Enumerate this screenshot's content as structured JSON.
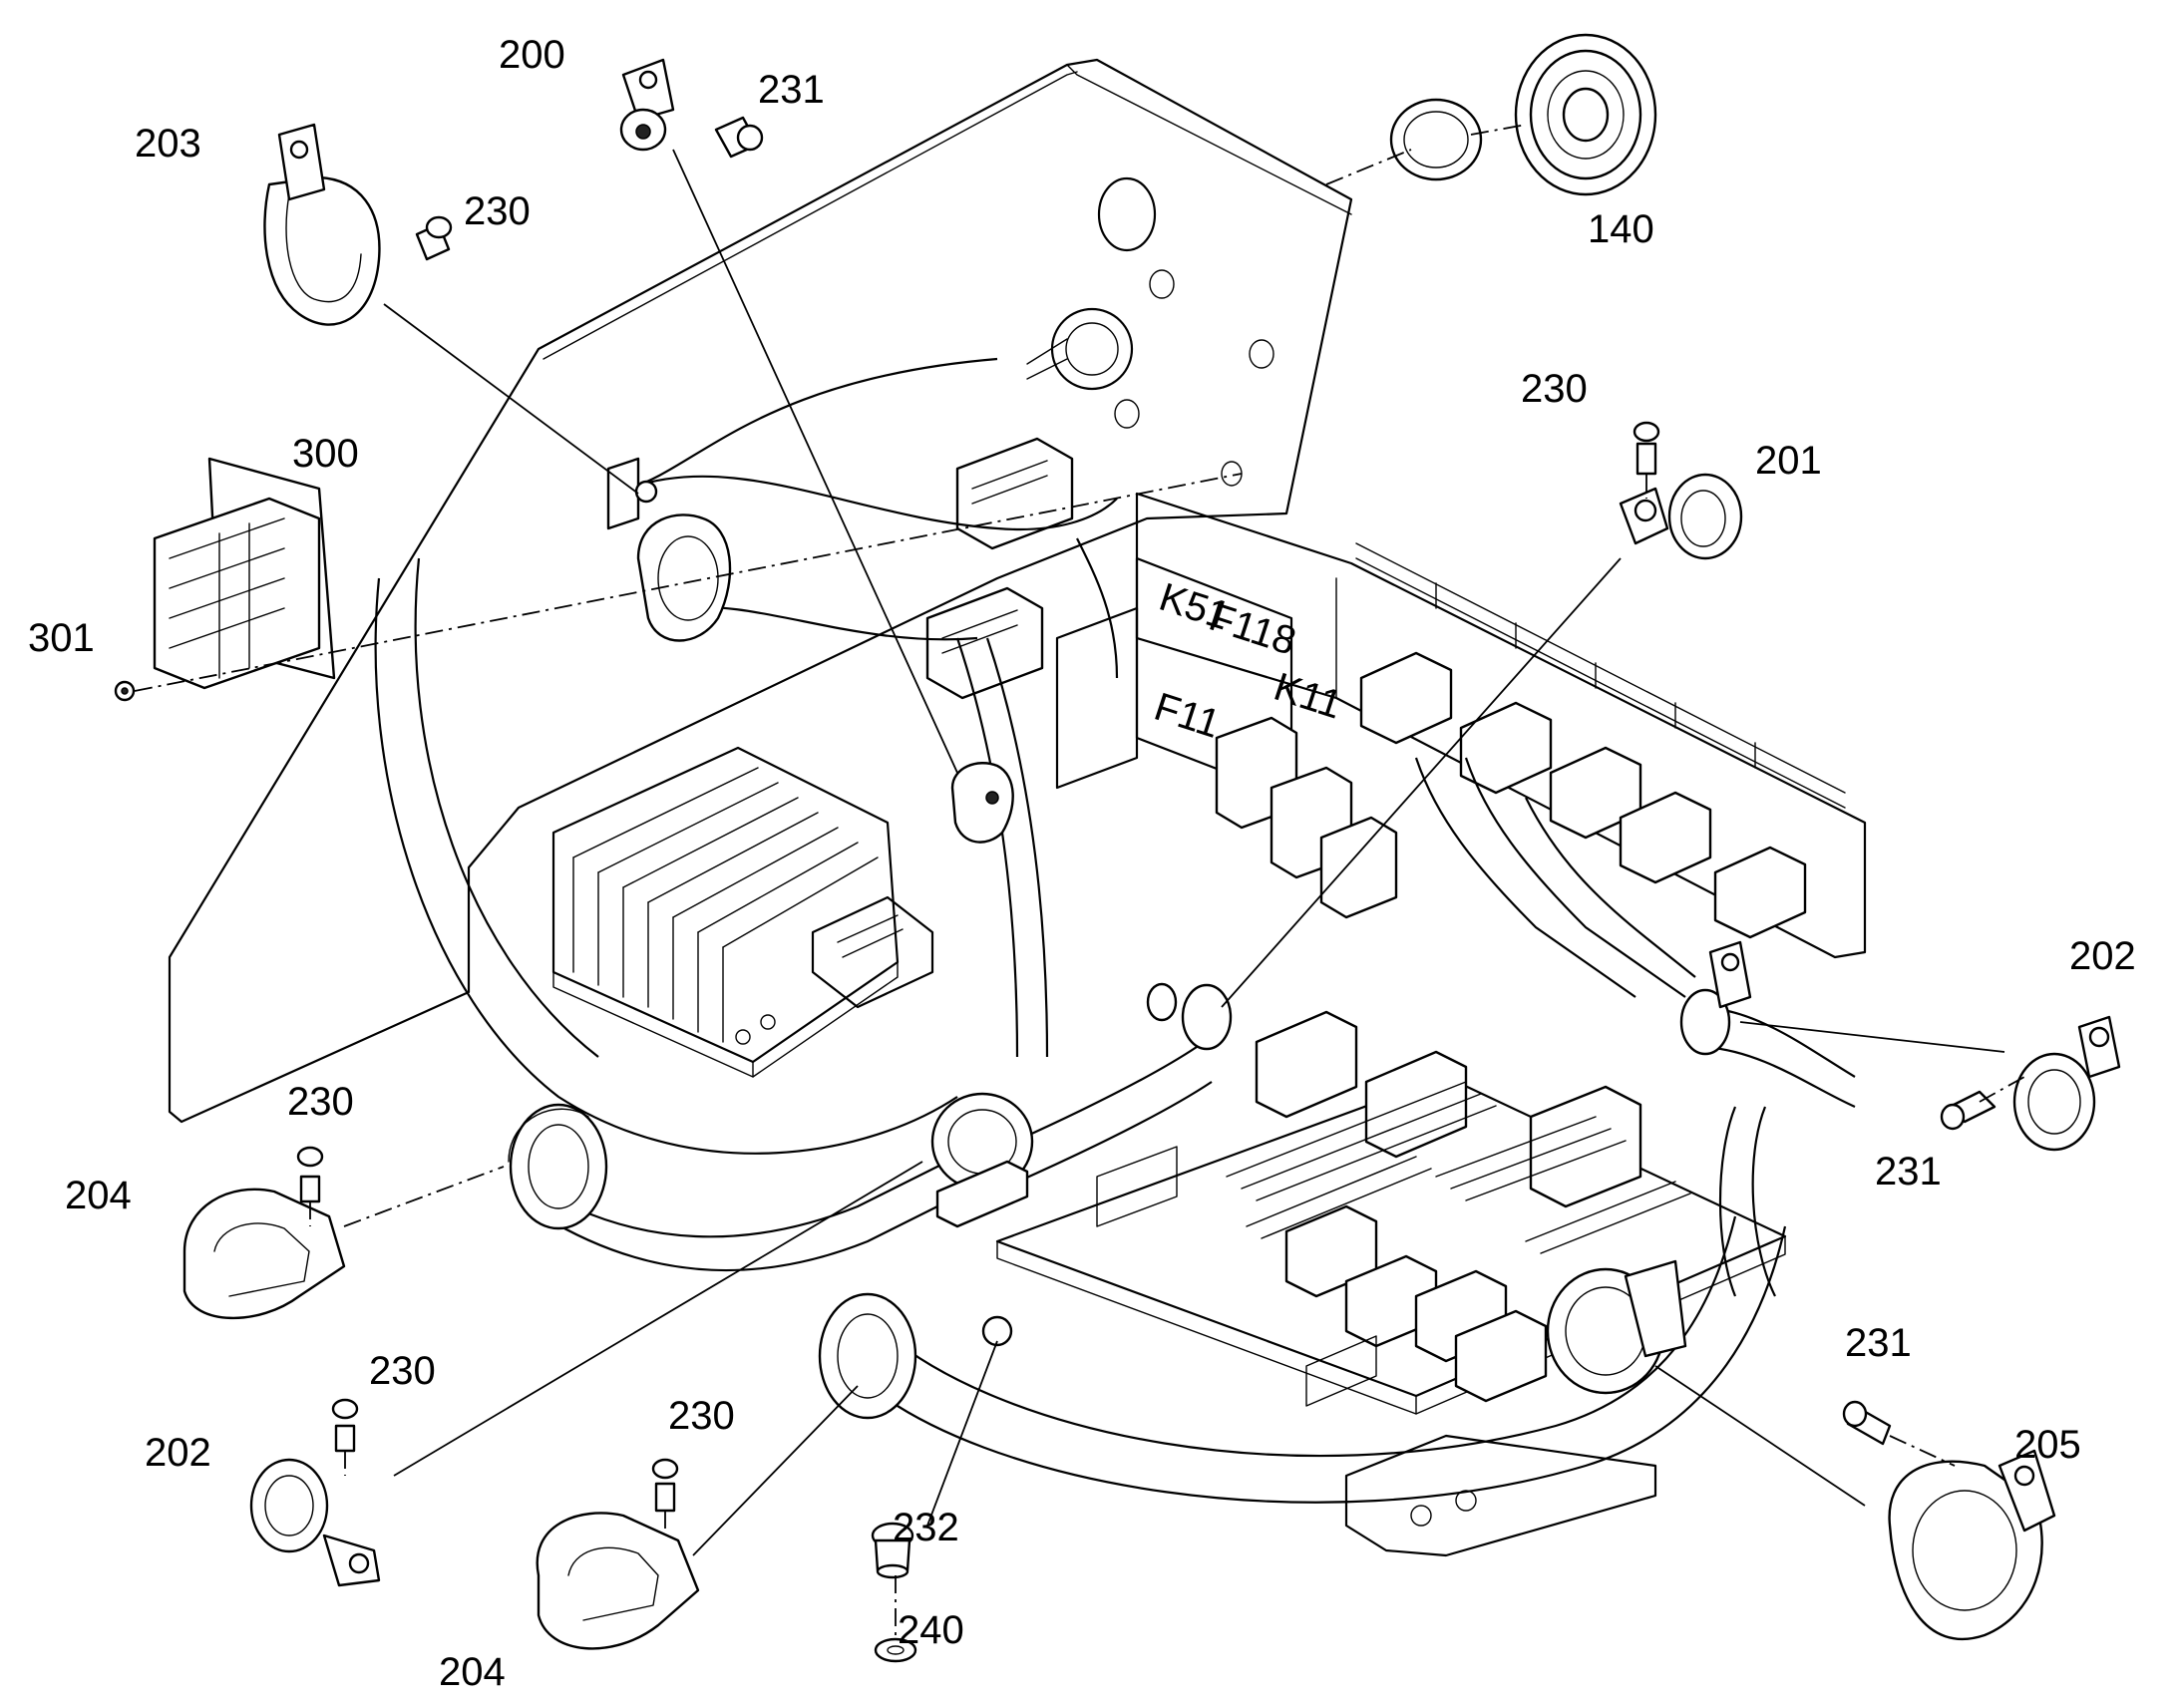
{
  "figure": {
    "type": "exploded assembly drawing",
    "callouts": [
      "140",
      "200",
      "201",
      "202",
      "202",
      "203",
      "204",
      "204",
      "205",
      "230",
      "230",
      "230",
      "230",
      "231",
      "231",
      "231",
      "232",
      "240",
      "300",
      "301"
    ]
  }
}
